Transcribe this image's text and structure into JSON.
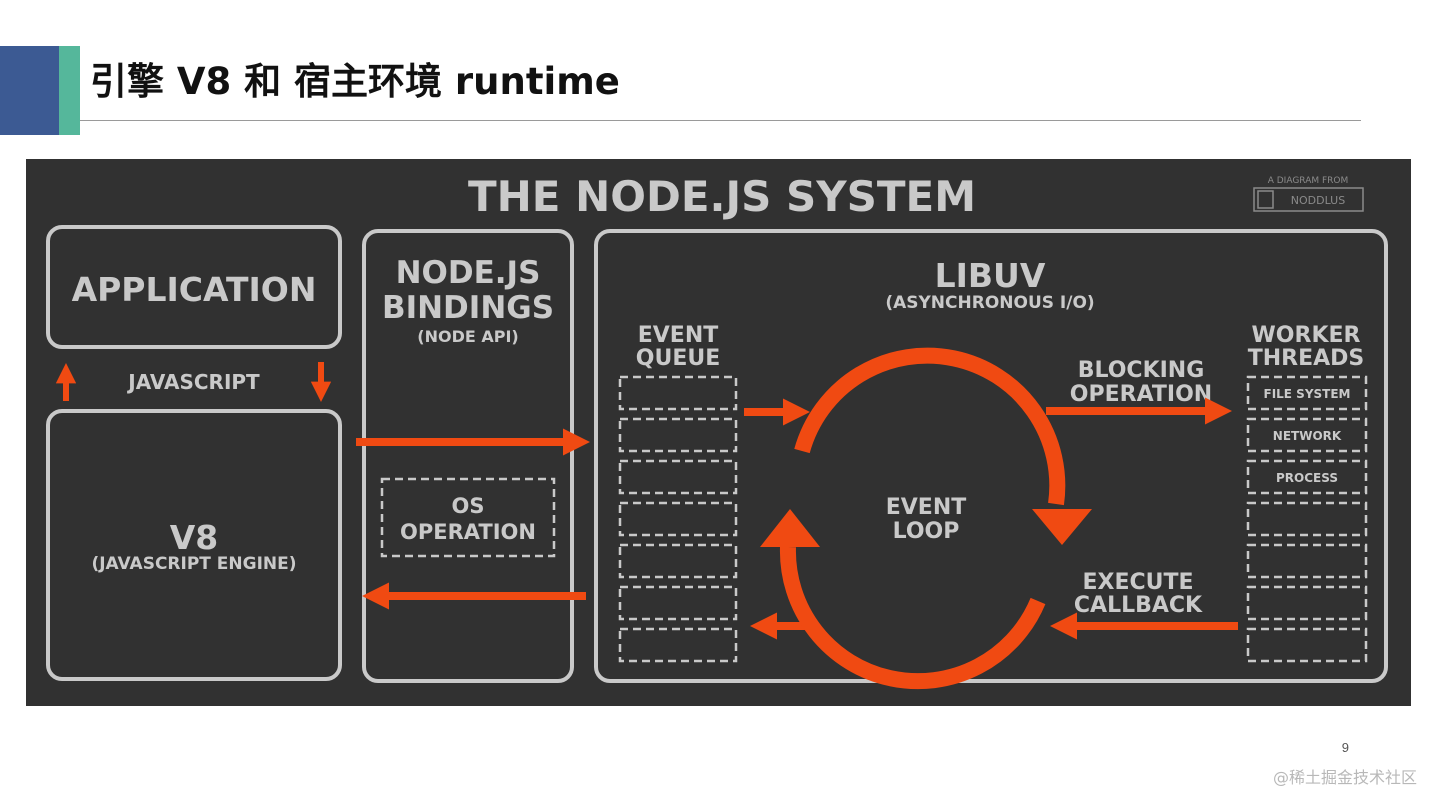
{
  "slide": {
    "title": "引擎 V8 和 宿主环境 runtime",
    "page_number": "9",
    "watermark": "@稀土掘金技术社区"
  },
  "diagram": {
    "title": "THE NODE.JS SYSTEM",
    "credit_line": "A DIAGRAM FROM",
    "credit_brand": "NODDLUS",
    "application": "APPLICATION",
    "javascript": "JAVASCRIPT",
    "v8": "V8",
    "v8_sub": "(JAVASCRIPT ENGINE)",
    "bindings_line1": "NODE.JS",
    "bindings_line2": "BINDINGS",
    "bindings_sub": "(NODE API)",
    "os_line1": "OS",
    "os_line2": "OPERATION",
    "libuv": "LIBUV",
    "libuv_sub": "(ASYNCHRONOUS I/O)",
    "event_queue_line1": "EVENT",
    "event_queue_line2": "QUEUE",
    "event_loop_line1": "EVENT",
    "event_loop_line2": "LOOP",
    "blocking_line1": "BLOCKING",
    "blocking_line2": "OPERATION",
    "worker_line1": "WORKER",
    "worker_line2": "THREADS",
    "worker_items": [
      "FILE SYSTEM",
      "NETWORK",
      "PROCESS"
    ],
    "execute_line1": "EXECUTE",
    "execute_line2": "CALLBACK"
  },
  "colors": {
    "accent_blue": "#3c5a93",
    "accent_teal": "#55b79b",
    "diagram_background": "#313131",
    "diagram_line": "#c9c9c9",
    "arrow_orange": "#f04a12"
  }
}
